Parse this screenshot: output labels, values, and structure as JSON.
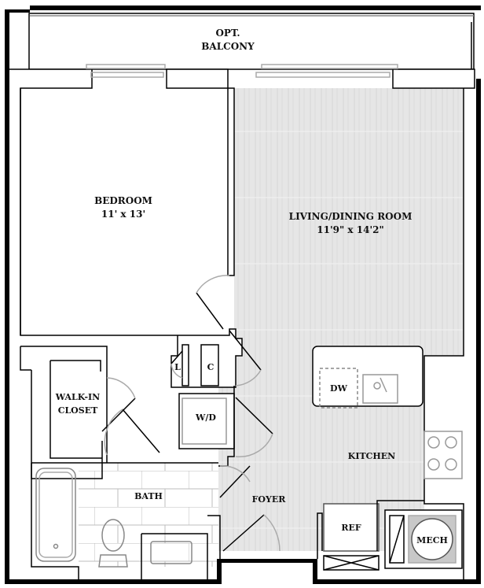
{
  "rooms": {
    "balcony": {
      "line1": "OPT.",
      "line2": "BALCONY"
    },
    "bedroom": {
      "name": "BEDROOM",
      "size": "11' x 13'"
    },
    "living": {
      "name": "LIVING/DINING ROOM",
      "size": "11'9\" x 14'2\""
    },
    "walk_in_closet": {
      "line1": "WALK-IN",
      "line2": "CLOSET"
    },
    "linen": "L",
    "coat": "C",
    "washer_dryer": "W/D",
    "dishwasher": "DW",
    "kitchen": "KITCHEN",
    "bath": "BATH",
    "foyer": "FOYER",
    "refrigerator": "REF",
    "mechanical": "MECH"
  },
  "colors": {
    "wall": "#000000",
    "floor": "#e4e4e4",
    "tile_line": "#bdbdbd",
    "door_swing": "#a8a8a8",
    "mech_fill": "#c8c8c8"
  }
}
